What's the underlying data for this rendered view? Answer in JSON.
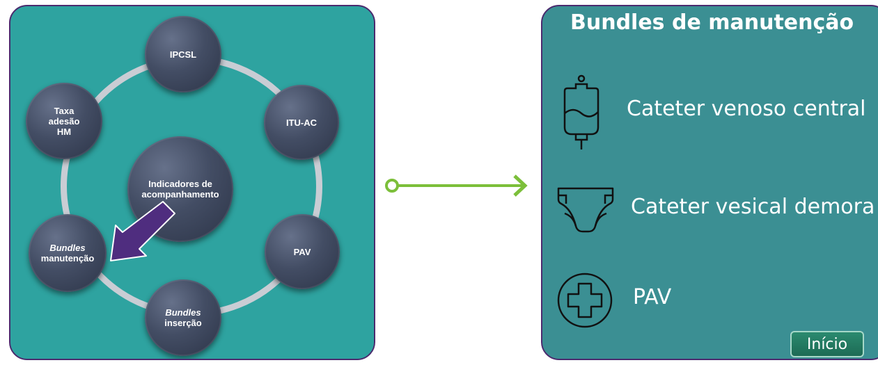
{
  "diagram": {
    "center": {
      "line1": "Indicadores de",
      "line2": "acompanhamento"
    },
    "nodes": {
      "ipcsl": "IPCSL",
      "itu": "ITU-AC",
      "pav": "PAV",
      "bundles_insercao": {
        "italic": "Bundles",
        "text": "inserção"
      },
      "bundles_manutencao": {
        "italic": "Bundles",
        "text": "manutenção"
      },
      "taxa": {
        "line1": "Taxa",
        "line2": "adesão",
        "line3": "HM"
      }
    }
  },
  "right_panel": {
    "title": "Bundles de manutenção",
    "items": [
      {
        "label": "Cateter venoso central",
        "icon": "iv-bag-icon"
      },
      {
        "label": "Cateter vesical demora",
        "icon": "diaper-icon"
      },
      {
        "label": "PAV",
        "icon": "medical-cross-icon"
      }
    ],
    "button_label": "Início"
  },
  "colors": {
    "left_bg": "#2ea3a0",
    "right_bg": "#3b8f93",
    "border": "#4b2a6e",
    "connector": "#7cbf3a",
    "pointer_arrow": "#4f2d7f",
    "node": "#434d64"
  }
}
